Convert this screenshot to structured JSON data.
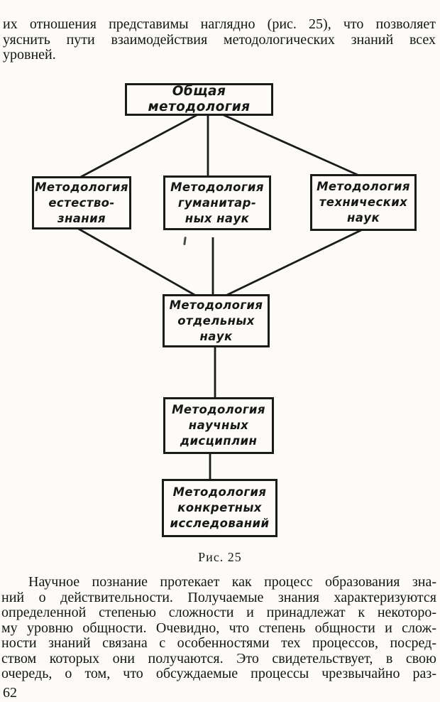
{
  "colors": {
    "paper": "#fcfbf8",
    "ink": "#161616"
  },
  "top_paragraph": {
    "lines": [
      "их отношения представимы наглядно (рис. 25), что позволяет",
      "уяснить пути взаимодействия методологических знаний всех",
      "уровней."
    ]
  },
  "figure": {
    "caption": "Рис. 25",
    "nodes": [
      {
        "key": "general",
        "label": "Общая методология"
      },
      {
        "key": "natural-science",
        "label": "Методология\nестество-\nзнания"
      },
      {
        "key": "humanities",
        "label": "Методология\nгуманитар-\nных наук"
      },
      {
        "key": "technical",
        "label": "Методология\nтехнических\nнаук"
      },
      {
        "key": "individual-sciences",
        "label": "Методология\nотдельных\nнаук"
      },
      {
        "key": "disciplines",
        "label": "Методология\nнаучных\nдисциплин"
      },
      {
        "key": "specific-research",
        "label": "Методология\nконкретных\nисследований"
      }
    ]
  },
  "bottom_paragraph": {
    "lines": [
      "Научное познание протекает как процесс образования зна-",
      "ний о действительности. Получаемые знания характеризуются",
      "определенной степенью сложности и принадлежат к некоторо-",
      "му уровню общности. Очевидно, что степень общности и слож-",
      "ности знаний связана с особенностями тех процессов, посред-",
      "ством которых они получаются. Это свидетельствует, в свою",
      "очередь, о том, что обсуждаемые процессы чрезвычайно раз-"
    ]
  },
  "page_number": "62"
}
